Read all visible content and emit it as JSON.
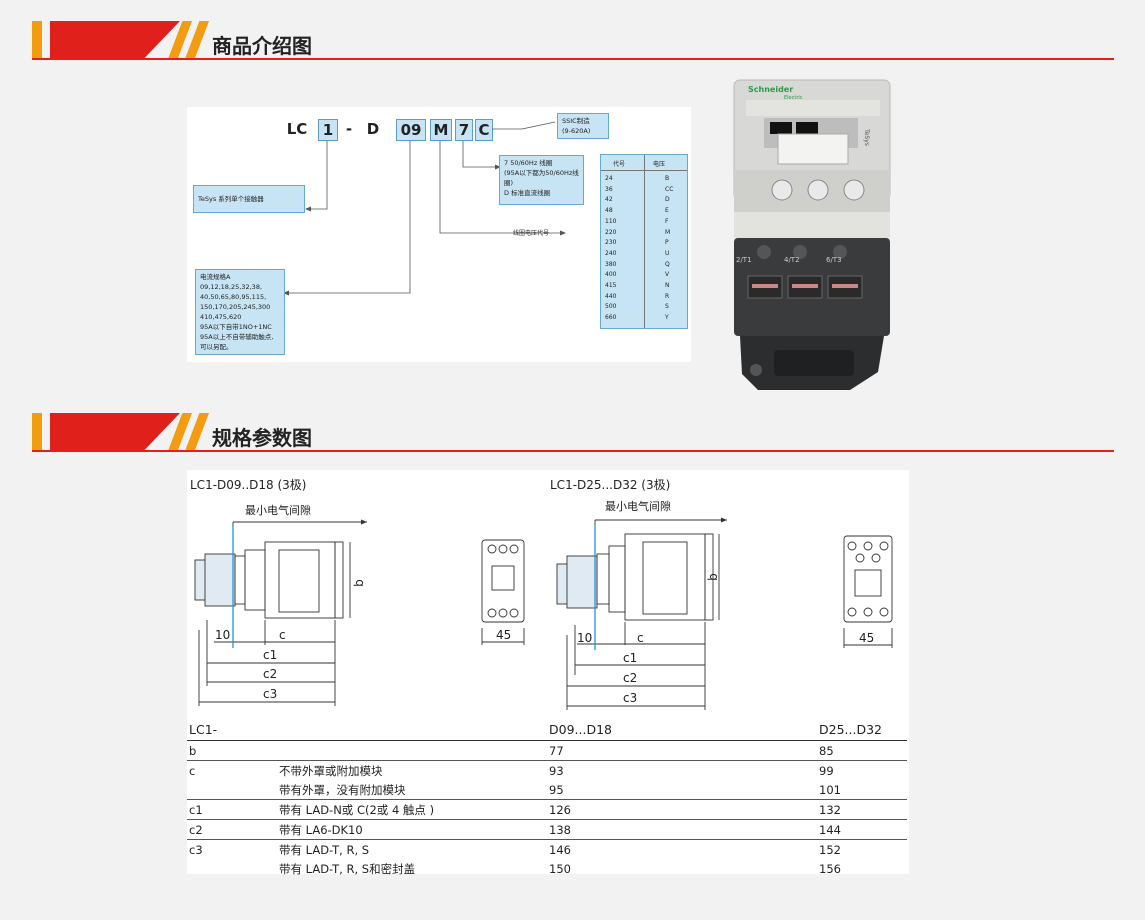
{
  "sections": {
    "intro_title": "商品介绍图",
    "spec_title": "规格参数图"
  },
  "model_code": {
    "parts": [
      "LC",
      "1",
      "-",
      "D",
      "09",
      "M",
      "7",
      "C"
    ]
  },
  "intro_notes": {
    "tesys": "TeSys 系列单个接触器",
    "current_lines": [
      "电流规格A",
      "09,12,18,25,32,38,",
      "40,50,65,80,95,115,",
      "150,170,205,245,300",
      "410,475,620",
      "95A以下自带1NO+1NC",
      "95A以上不自带辅助触点,",
      "可以另配。"
    ],
    "coil_lines": [
      "7 50/60Hz 线圈",
      "(95A以下都为50/60Hz线圈)",
      "D 标准直流线圈"
    ],
    "ssic_lines": [
      "SSIC制造",
      "(9-620A)"
    ],
    "coil_code_label": "线圈电压代号"
  },
  "voltage_table": {
    "header_code": "代号",
    "header_voltage": "电压",
    "voltages": [
      "24",
      "36",
      "42",
      "48",
      "110",
      "220",
      "230",
      "240",
      "380",
      "400",
      "415",
      "440",
      "500",
      "660"
    ],
    "codes": [
      "B",
      "CC",
      "D",
      "E",
      "F",
      "M",
      "P",
      "U",
      "Q",
      "V",
      "N",
      "R",
      "S",
      "Y"
    ]
  },
  "product_photo": {
    "brand": "Schneider",
    "sub": "Electric",
    "terminals": [
      "2/T1",
      "4/T2",
      "6/T3"
    ],
    "side_text": "TeSys"
  },
  "spec_diagrams": {
    "left_title": "LC1-D09..D18 (3极)",
    "right_title": "LC1-D25...D32 (3极)",
    "clearance_label": "最小电气间隙",
    "dim_b": "b",
    "dim_10": "10",
    "dim_c": "c",
    "dim_c1": "c1",
    "dim_c2": "c2",
    "dim_c3": "c3",
    "dim_45": "45"
  },
  "spec_table": {
    "headers": [
      "LC1-",
      "",
      "D09...D18",
      "D25...D32"
    ],
    "rows": [
      {
        "k": "b",
        "desc": "",
        "a": "77",
        "b": "85"
      },
      {
        "k": "c",
        "desc": "不带外罩或附加模块",
        "a": "93",
        "b": "99"
      },
      {
        "k": "",
        "desc": "带有外罩，没有附加模块",
        "a": "95",
        "b": "101"
      },
      {
        "k": "c1",
        "desc": "带有 LAD-N或 C(2或 4 触点 )",
        "a": "126",
        "b": "132"
      },
      {
        "k": "c2",
        "desc": "带有 LA6-DK10",
        "a": "138",
        "b": "144"
      },
      {
        "k": "c3",
        "desc": "带有 LAD-T, R, S",
        "a": "146",
        "b": "152"
      },
      {
        "k": "",
        "desc": "带有 LAD-T, R, S和密封盖",
        "a": "150",
        "b": "156"
      }
    ]
  },
  "colors": {
    "accent_red": "#e0201b",
    "accent_orange": "#f39c12",
    "diagram_blue": "#c6e4f4"
  }
}
